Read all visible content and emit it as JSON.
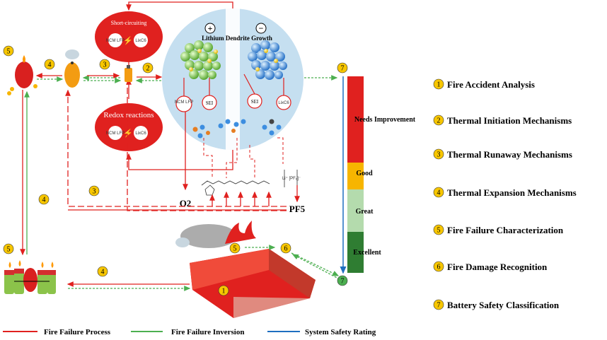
{
  "diagram": {
    "top_center": {
      "short_circuit_label": "Short-circuiting",
      "redox_label": "Redox reactions",
      "ncm_label": "NCM LFP",
      "lixc_label": "LixC6",
      "dendrite_label": "Lithium Dendrite Growth",
      "plus_sign": "+",
      "minus_sign": "−",
      "sei_left": "SEI",
      "sei_right": "SEI",
      "ncm_small": "NCM LFP",
      "lixc_small": "LixC6",
      "o2_label": "O2",
      "pf5_label": "PF5"
    },
    "rating_bar": {
      "needs_improvement": "Needs Improvement",
      "good": "Good",
      "great": "Great",
      "excellent": "Excellent",
      "colors": {
        "red": "#e0211f",
        "yellow": "#f7b500",
        "lightgreen": "#b4dbad",
        "darkgreen": "#2f7d32"
      }
    },
    "numbers": [
      "1",
      "2",
      "3",
      "4",
      "5",
      "6",
      "7"
    ],
    "right_list": [
      {
        "num": "1",
        "text": "Fire Accident Analysis"
      },
      {
        "num": "2",
        "text": "Thermal Initiation Mechanisms"
      },
      {
        "num": "3",
        "text": "Thermal Runaway Mechanisms"
      },
      {
        "num": "4",
        "text": "Thermal Expansion Mechanisms"
      },
      {
        "num": "5",
        "text": "Fire Failure Characterization"
      },
      {
        "num": "6",
        "text": "Fire Damage Recognition"
      },
      {
        "num": "7",
        "text": "Battery Safety Classification"
      }
    ],
    "legend": [
      {
        "label": "Fire Failure Process",
        "color": "#e0211f"
      },
      {
        "label": "Fire Failure Inversion",
        "color": "#4caf50"
      },
      {
        "label": "System Safety Rating",
        "color": "#1e6fc0"
      }
    ]
  }
}
